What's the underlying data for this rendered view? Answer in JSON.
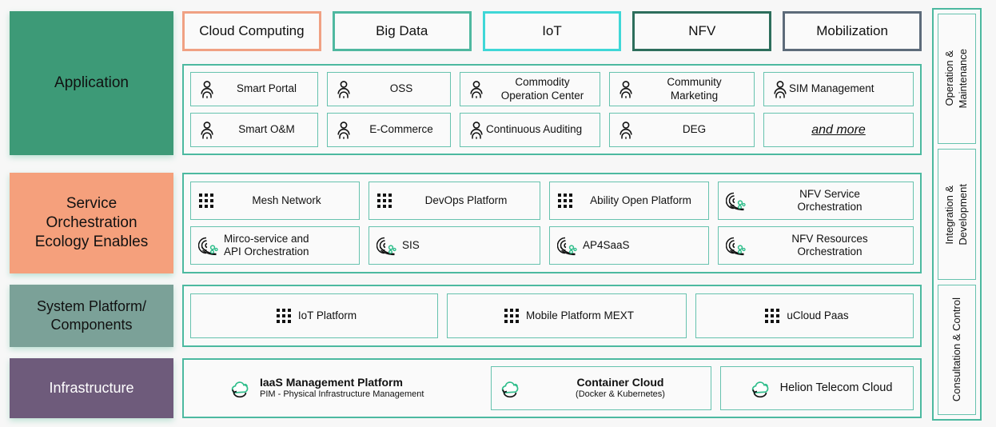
{
  "layers": [
    {
      "id": "application",
      "label": "Application",
      "color": "#3d9a77"
    },
    {
      "id": "service",
      "label": "Service\nOrchestration\nEcology Enables",
      "color": "#f5a07c"
    },
    {
      "id": "system",
      "label": "System Platform/\nComponents",
      "color": "#7ba198"
    },
    {
      "id": "infrastructure",
      "label": "Infrastructure",
      "color": "#6e5b7b"
    }
  ],
  "categories": [
    {
      "label": "Cloud Computing",
      "border": "#f0a183"
    },
    {
      "label": "Big Data",
      "border": "#4fb8a0"
    },
    {
      "label": "IoT",
      "border": "#3fd7d7"
    },
    {
      "label": "NFV",
      "border": "#2d6e5c"
    },
    {
      "label": "Mobilization",
      "border": "#5d6b7a"
    }
  ],
  "application_items": {
    "row1": [
      {
        "label": "Smart Portal",
        "icon": "person-icon"
      },
      {
        "label": "OSS",
        "icon": "person-icon"
      },
      {
        "label": "Commodity\nOperation Center",
        "icon": "person-icon"
      },
      {
        "label": "Community\nMarketing",
        "icon": "person-icon"
      },
      {
        "label": "SIM Management",
        "icon": "person-icon"
      }
    ],
    "row2": [
      {
        "label": "Smart O&M",
        "icon": "person-icon"
      },
      {
        "label": "E-Commerce",
        "icon": "person-icon"
      },
      {
        "label": "Continuous Auditing",
        "icon": "person-icon"
      },
      {
        "label": "DEG",
        "icon": "person-icon"
      },
      {
        "label": "and more",
        "icon": "none"
      }
    ]
  },
  "service_items": {
    "row1": [
      {
        "label": "Mesh Network",
        "icon": "grid-dots-icon"
      },
      {
        "label": "DevOps Platform",
        "icon": "grid-dots-icon"
      },
      {
        "label": "Ability Open Platform",
        "icon": "grid-dots-icon"
      },
      {
        "label": "NFV Service\nOrchestration",
        "icon": "orchestration-icon"
      }
    ],
    "row2": [
      {
        "label": "Mirco-service and\nAPI Orchestration",
        "icon": "orchestration-icon"
      },
      {
        "label": "SIS",
        "icon": "orchestration-icon"
      },
      {
        "label": "AP4SaaS",
        "icon": "orchestration-icon"
      },
      {
        "label": "NFV Resources\nOrchestration",
        "icon": "orchestration-icon"
      }
    ]
  },
  "system_items": [
    {
      "label": "IoT Platform",
      "icon": "grid-dots-icon"
    },
    {
      "label": "Mobile Platform MEXT",
      "icon": "grid-dots-icon"
    },
    {
      "label": "uCloud Paas",
      "icon": "grid-dots-icon"
    }
  ],
  "infrastructure_items": [
    {
      "title": "IaaS Management Platform",
      "subtitle": "PIM - Physical Infrastructure Management",
      "icon": "cloud-refresh-icon",
      "bordered": false
    },
    {
      "title": "Container Cloud",
      "subtitle": "(Docker & Kubernetes)",
      "icon": "cloud-refresh-icon",
      "bordered": true
    },
    {
      "title": "Helion Telecom Cloud",
      "subtitle": "",
      "icon": "cloud-refresh-icon",
      "bordered": true
    }
  ],
  "sidebar": [
    {
      "label": "Operation &\nMaintenance"
    },
    {
      "label": "Integration &\nDevelopment"
    },
    {
      "label": "Consultation & Control"
    }
  ],
  "colors": {
    "teal_border": "#4cb9a0",
    "cell_border": "#66c2ae",
    "icon_green": "#2dbd8a",
    "panel_bg": "#fafafa",
    "page_bg": "#f7f7f7"
  }
}
